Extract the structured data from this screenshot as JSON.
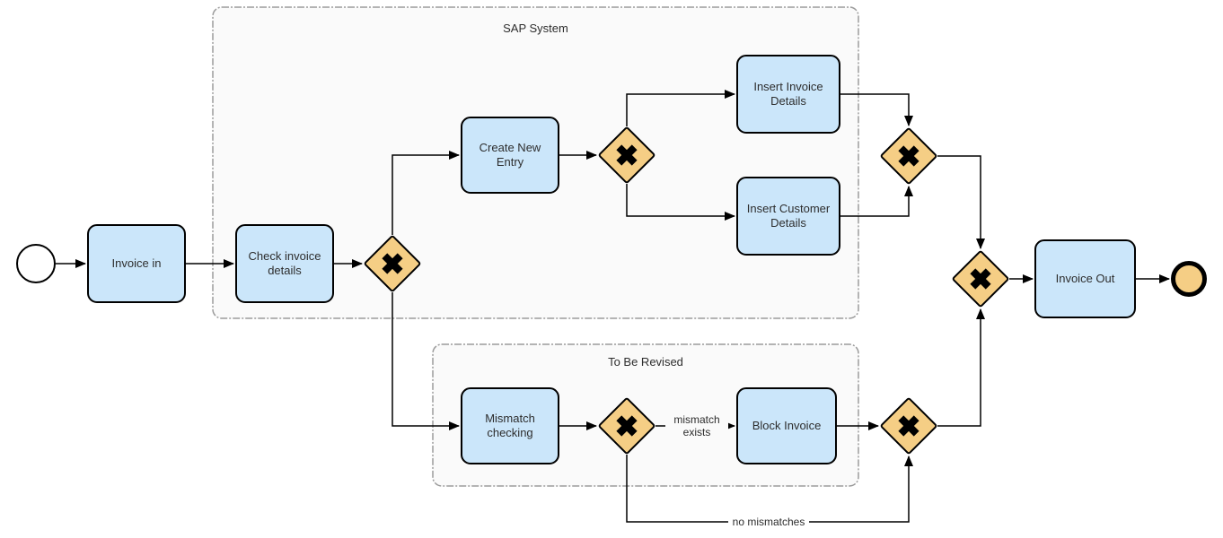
{
  "diagram": {
    "type": "bpmn-process",
    "groups": {
      "sap": {
        "label": "SAP System"
      },
      "revised": {
        "label": "To Be Revised"
      }
    },
    "nodes": {
      "start_event": {
        "kind": "start-event"
      },
      "invoice_in": {
        "label": "Invoice in"
      },
      "check_invoice": {
        "label": "Check invoice details"
      },
      "create_entry": {
        "label": "Create New Entry"
      },
      "insert_invoice": {
        "label": "Insert Invoice Details"
      },
      "insert_customer": {
        "label": "Insert Customer Details"
      },
      "mismatch_checking": {
        "label": "Mismatch checking"
      },
      "block_invoice": {
        "label": "Block Invoice"
      },
      "invoice_out": {
        "label": "Invoice Out"
      },
      "end_event": {
        "kind": "end-event"
      }
    },
    "edge_labels": {
      "mismatch_exists": "mismatch exists",
      "no_mismatches": "no mismatches"
    },
    "icons": {
      "xor_gateway_marker": "heavy-x"
    },
    "colors": {
      "task_fill": "#CBE6FA",
      "gateway_fill": "#F5CE85",
      "event_end_fill": "#F5CE85",
      "stroke": "#000000",
      "group_fill": "#FAFAFA",
      "group_border": "#9B9B9B",
      "text": "#2d2d2d"
    }
  }
}
